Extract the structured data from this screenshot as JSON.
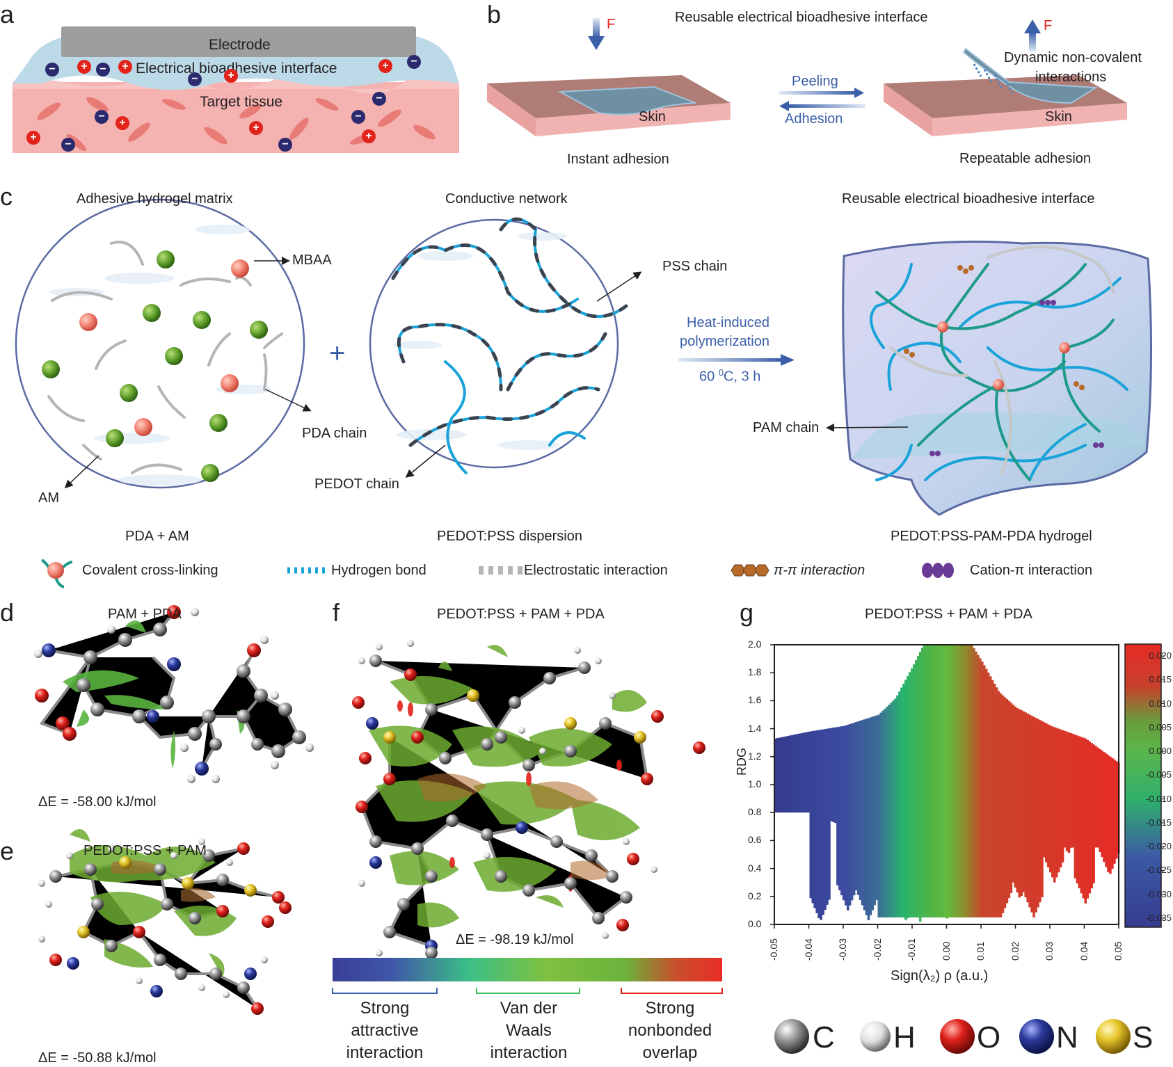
{
  "panel_letters": {
    "a": "a",
    "b": "b",
    "c": "c",
    "d": "d",
    "e": "e",
    "f": "f",
    "g": "g"
  },
  "a": {
    "electrode": "Electrode",
    "interface": "Electrical bioadhesive interface",
    "tissue": "Target tissue",
    "plus": "+",
    "minus": "−"
  },
  "b": {
    "title": "Reusable electrical bioadhesive interface",
    "force": "F",
    "peeling": "Peeling",
    "adhesion": "Adhesion",
    "skin": "Skin",
    "dynamic_1": "Dynamic non-covalent",
    "dynamic_2": "interactions",
    "instant": "Instant adhesion",
    "repeatable": "Repeatable adhesion"
  },
  "c": {
    "matrix_title": "Adhesive hydrogel matrix",
    "network_title": "Conductive network",
    "interface_title": "Reusable electrical bioadhesive interface",
    "mbaa": "MBAA",
    "pda_chain": "PDA chain",
    "am": "AM",
    "plus": "+",
    "pss_chain": "PSS chain",
    "pedot_chain": "PEDOT chain",
    "heat_1": "Heat-induced",
    "heat_2": "polymerization",
    "cond_temp": "60 ",
    "cond_sup": "0",
    "cond_rest": "C, 3 h",
    "pam_chain": "PAM chain",
    "caption_1": "PDA + AM",
    "caption_2": "PEDOT:PSS dispersion",
    "caption_3": "PEDOT:PSS-PAM-PDA hydrogel",
    "legend": [
      "Covalent cross-linking",
      "Hydrogen bond",
      "Electrostatic interaction",
      "π-π interaction",
      "Cation-π interaction"
    ]
  },
  "d": {
    "title": "PAM + PDA",
    "energy": "ΔE = -58.00 kJ/mol"
  },
  "e": {
    "title": "PEDOT:PSS + PAM",
    "energy": "ΔE = -50.88 kJ/mol"
  },
  "f": {
    "title": "PEDOT:PSS + PAM + PDA",
    "energy": "ΔE = -98.19 kJ/mol",
    "scale_1": [
      "Strong",
      "attractive",
      "interaction"
    ],
    "scale_2": [
      "Van der",
      "Waals",
      "interaction"
    ],
    "scale_3": [
      "Strong",
      "nonbonded",
      "overlap"
    ]
  },
  "g": {
    "title": "PEDOT:PSS + PAM + PDA"
  },
  "atoms": [
    "C",
    "H",
    "O",
    "N",
    "S"
  ],
  "colors": {
    "blue": "#3a5fa8",
    "red": "#e2231a",
    "green": "#5cb54a",
    "skin": "#c4827a",
    "gel": "#bfdbe8"
  },
  "chart_data": {
    "type": "scatter",
    "title": "PEDOT:PSS + PAM + PDA",
    "xlabel": "Sign(λ₂) ρ (a.u.)",
    "ylabel": "RDG",
    "xlim": [
      -0.05,
      0.05
    ],
    "ylim": [
      0,
      2.0
    ],
    "xticks": [
      "-0.05",
      "-0.04",
      "-0.03",
      "-0.02",
      "-0.01",
      "0.00",
      "0.01",
      "0.02",
      "0.03",
      "0.04",
      "0.05"
    ],
    "yticks": [
      "0.0",
      "0.2",
      "0.4",
      "0.6",
      "0.8",
      "1.0",
      "1.2",
      "1.4",
      "1.6",
      "1.8",
      "2.0"
    ],
    "colorbar": {
      "range": [
        -0.035,
        0.02
      ],
      "ticks": [
        "0.020",
        "0.015",
        "0.010",
        "0.005",
        "0.000",
        "-0.005",
        "-0.010",
        "-0.015",
        "-0.020",
        "-0.025",
        "-0.030",
        "-0.035"
      ]
    },
    "envelope_top": [
      [
        -0.05,
        1.33
      ],
      [
        -0.04,
        1.38
      ],
      [
        -0.03,
        1.42
      ],
      [
        -0.02,
        1.5
      ],
      [
        -0.015,
        1.62
      ],
      [
        -0.01,
        1.85
      ],
      [
        -0.007,
        2.0
      ],
      [
        0.007,
        2.0
      ],
      [
        0.01,
        1.88
      ],
      [
        0.015,
        1.66
      ],
      [
        0.02,
        1.55
      ],
      [
        0.03,
        1.42
      ],
      [
        0.04,
        1.33
      ],
      [
        0.05,
        1.15
      ]
    ],
    "spikes": [
      [
        -0.037,
        0.02
      ],
      [
        -0.029,
        0.1
      ],
      [
        -0.023,
        0.03
      ],
      [
        -0.018,
        0.04
      ],
      [
        -0.012,
        0.02
      ],
      [
        -0.008,
        0.02
      ],
      [
        0.0,
        0.03
      ],
      [
        0.016,
        0.08
      ],
      [
        0.021,
        0.18
      ],
      [
        0.025,
        0.05
      ],
      [
        0.031,
        0.3
      ],
      [
        0.035,
        0.5
      ],
      [
        0.04,
        0.15
      ],
      [
        0.047,
        0.35
      ],
      [
        0.05,
        0.6
      ]
    ],
    "grid": false,
    "legend": "none"
  }
}
